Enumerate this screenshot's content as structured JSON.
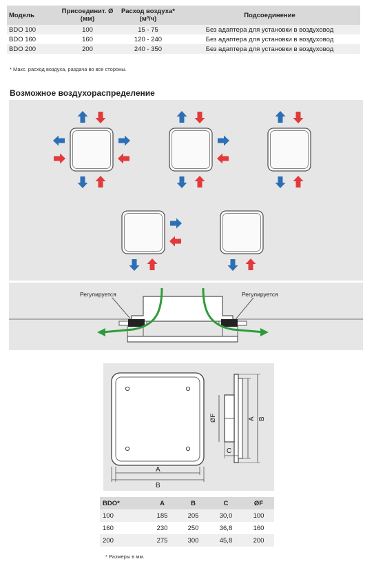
{
  "spec_table": {
    "headers": [
      "Модель",
      "Присоединит. Ø\n(мм)",
      "Расход воздуха*\n(м³/ч)",
      "Подсоединение"
    ],
    "header_lines": {
      "model": "Модель",
      "conn_1": "Присоединит. Ø",
      "conn_2": "(мм)",
      "flow_1": "Расход воздуха*",
      "flow_2": "(м³/ч)",
      "connection": "Подсоединение"
    },
    "rows": [
      {
        "model": "BDO 100",
        "diameter": "100",
        "flow": "15 - 75",
        "connection": "Без адаптера для установки в воздуховод"
      },
      {
        "model": "BDO 160",
        "diameter": "160",
        "flow": "120 - 240",
        "connection": "Без адаптера для установки в воздуховод"
      },
      {
        "model": "BDO 200",
        "diameter": "200",
        "flow": "240 - 350",
        "connection": "Без адаптера для установки в воздуховод"
      }
    ],
    "footnote": "* Макс. расход воздуха, раздача во все стороны."
  },
  "distribution": {
    "title": "Возможное воздухораспределение",
    "adjustable_left": "Регулируется",
    "adjustable_right": "Регулируется"
  },
  "drawing": {
    "label_a": "A",
    "label_b": "B",
    "label_c": "C",
    "label_f": "ØF"
  },
  "dims_table": {
    "headers": [
      "BDO*",
      "A",
      "B",
      "C",
      "ØF"
    ],
    "rows": [
      [
        "100",
        "185",
        "205",
        "30,0",
        "100"
      ],
      [
        "160",
        "230",
        "250",
        "36,8",
        "160"
      ],
      [
        "200",
        "275",
        "300",
        "45,8",
        "200"
      ]
    ],
    "footnote": "* Размеры в мм."
  },
  "colors": {
    "blue_arrow": "#2c6fb4",
    "red_arrow": "#e23a3a",
    "green_flow": "#2e9b3a",
    "panel_bg": "#e6e6e6",
    "header_bg": "#d9d9d9"
  }
}
